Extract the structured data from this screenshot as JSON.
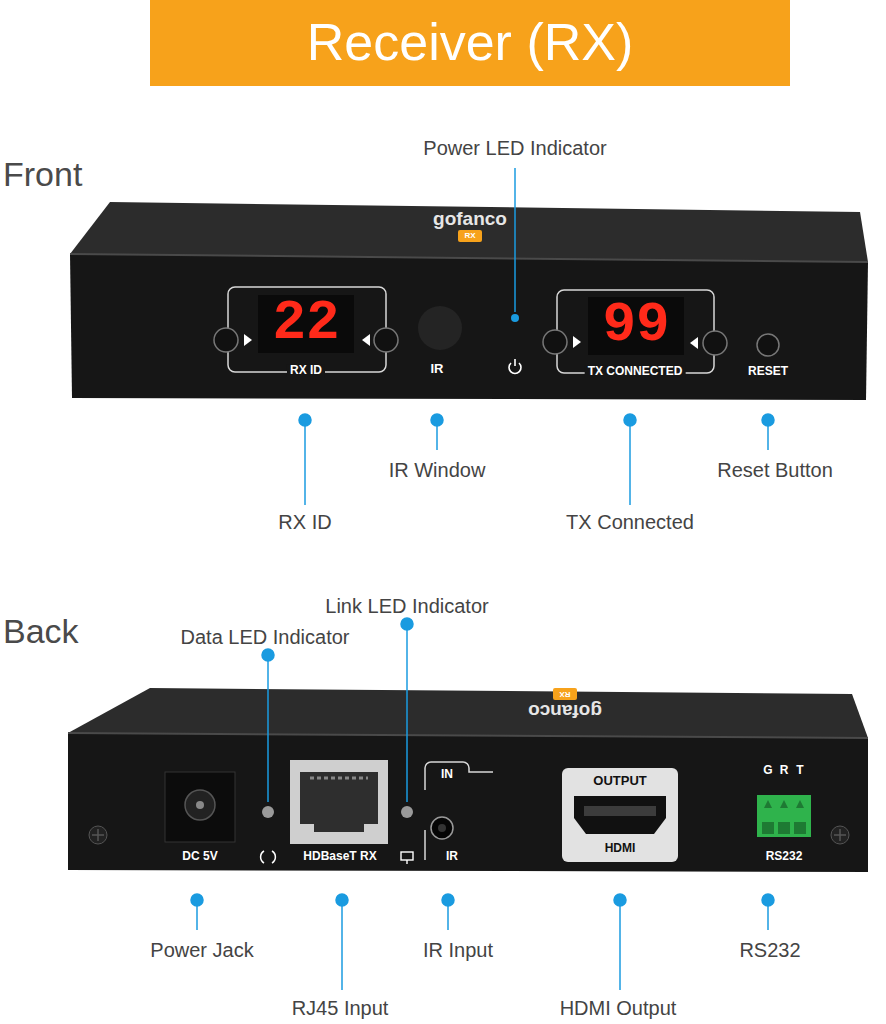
{
  "diagram": {
    "title": "Receiver (RX)",
    "labels": [
      "Front",
      "Power LED Indicator",
      "gofanco",
      "RX",
      "22",
      "RX ID",
      "IR",
      "99",
      "TX CONNECTED",
      "RESET",
      "RX ID",
      "IR Window",
      "TX Connected",
      "Reset Button",
      "Back",
      "Link LED Indicator",
      "Data LED Indicator",
      "gofanco",
      "RX",
      "DC 5V",
      "HDBaseT RX",
      "IN",
      "IR",
      "OUTPUT",
      "HDMI",
      "G",
      "R",
      "T",
      "RS232",
      "Power Jack",
      "RJ45 Input",
      "IR Input",
      "HDMI Output",
      "RS232"
    ]
  }
}
